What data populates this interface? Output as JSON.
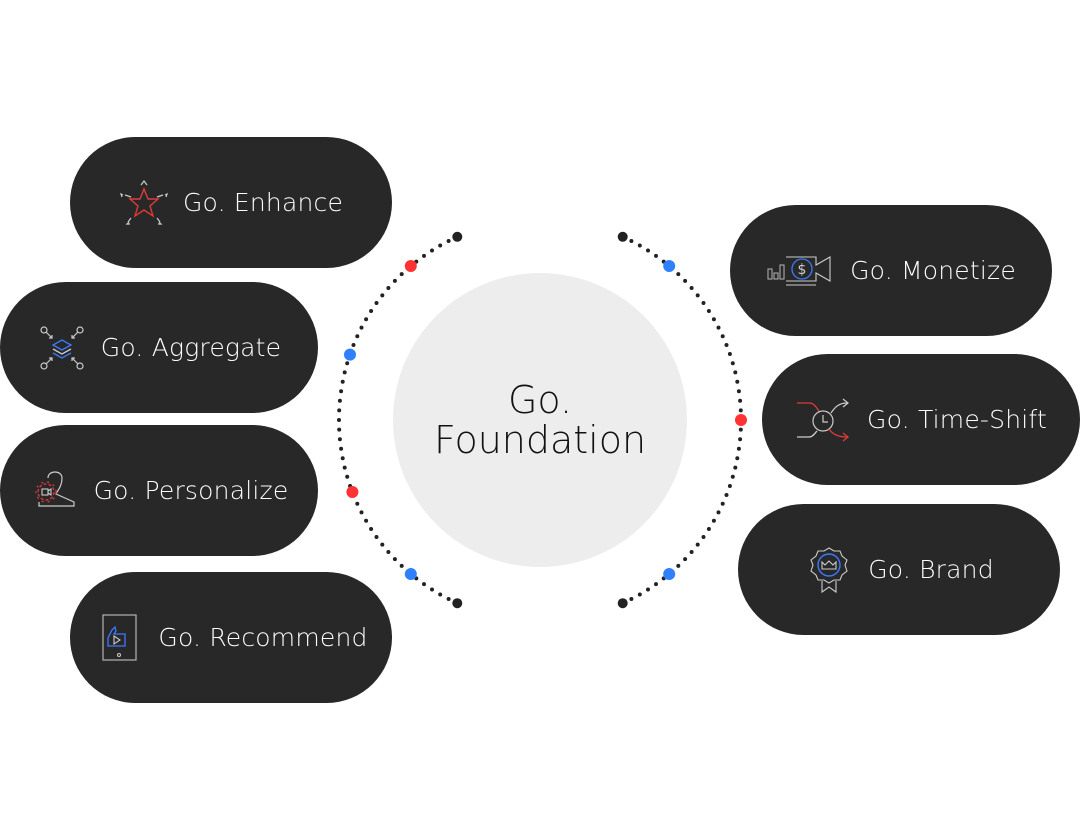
{
  "center": {
    "line1": "Go.",
    "line2": "Foundation"
  },
  "colors": {
    "pill": "#282828",
    "center": "#ededed",
    "red": "#ff3333",
    "blue": "#2f80ff",
    "dot": "#222222",
    "icon_stroke": "#cccccc"
  },
  "items": [
    {
      "label": "Go. Enhance",
      "icon": "star-icon"
    },
    {
      "label": "Go. Aggregate",
      "icon": "layers-aggregate-icon"
    },
    {
      "label": "Go. Personalize",
      "icon": "user-gear-icon"
    },
    {
      "label": "Go. Recommend",
      "icon": "thumbs-up-tablet-icon"
    },
    {
      "label": "Go. Monetize",
      "icon": "video-dollar-icon"
    },
    {
      "label": "Go. Time-Shift",
      "icon": "clock-shuffle-icon"
    },
    {
      "label": "Go. Brand",
      "icon": "badge-crown-icon"
    }
  ]
}
